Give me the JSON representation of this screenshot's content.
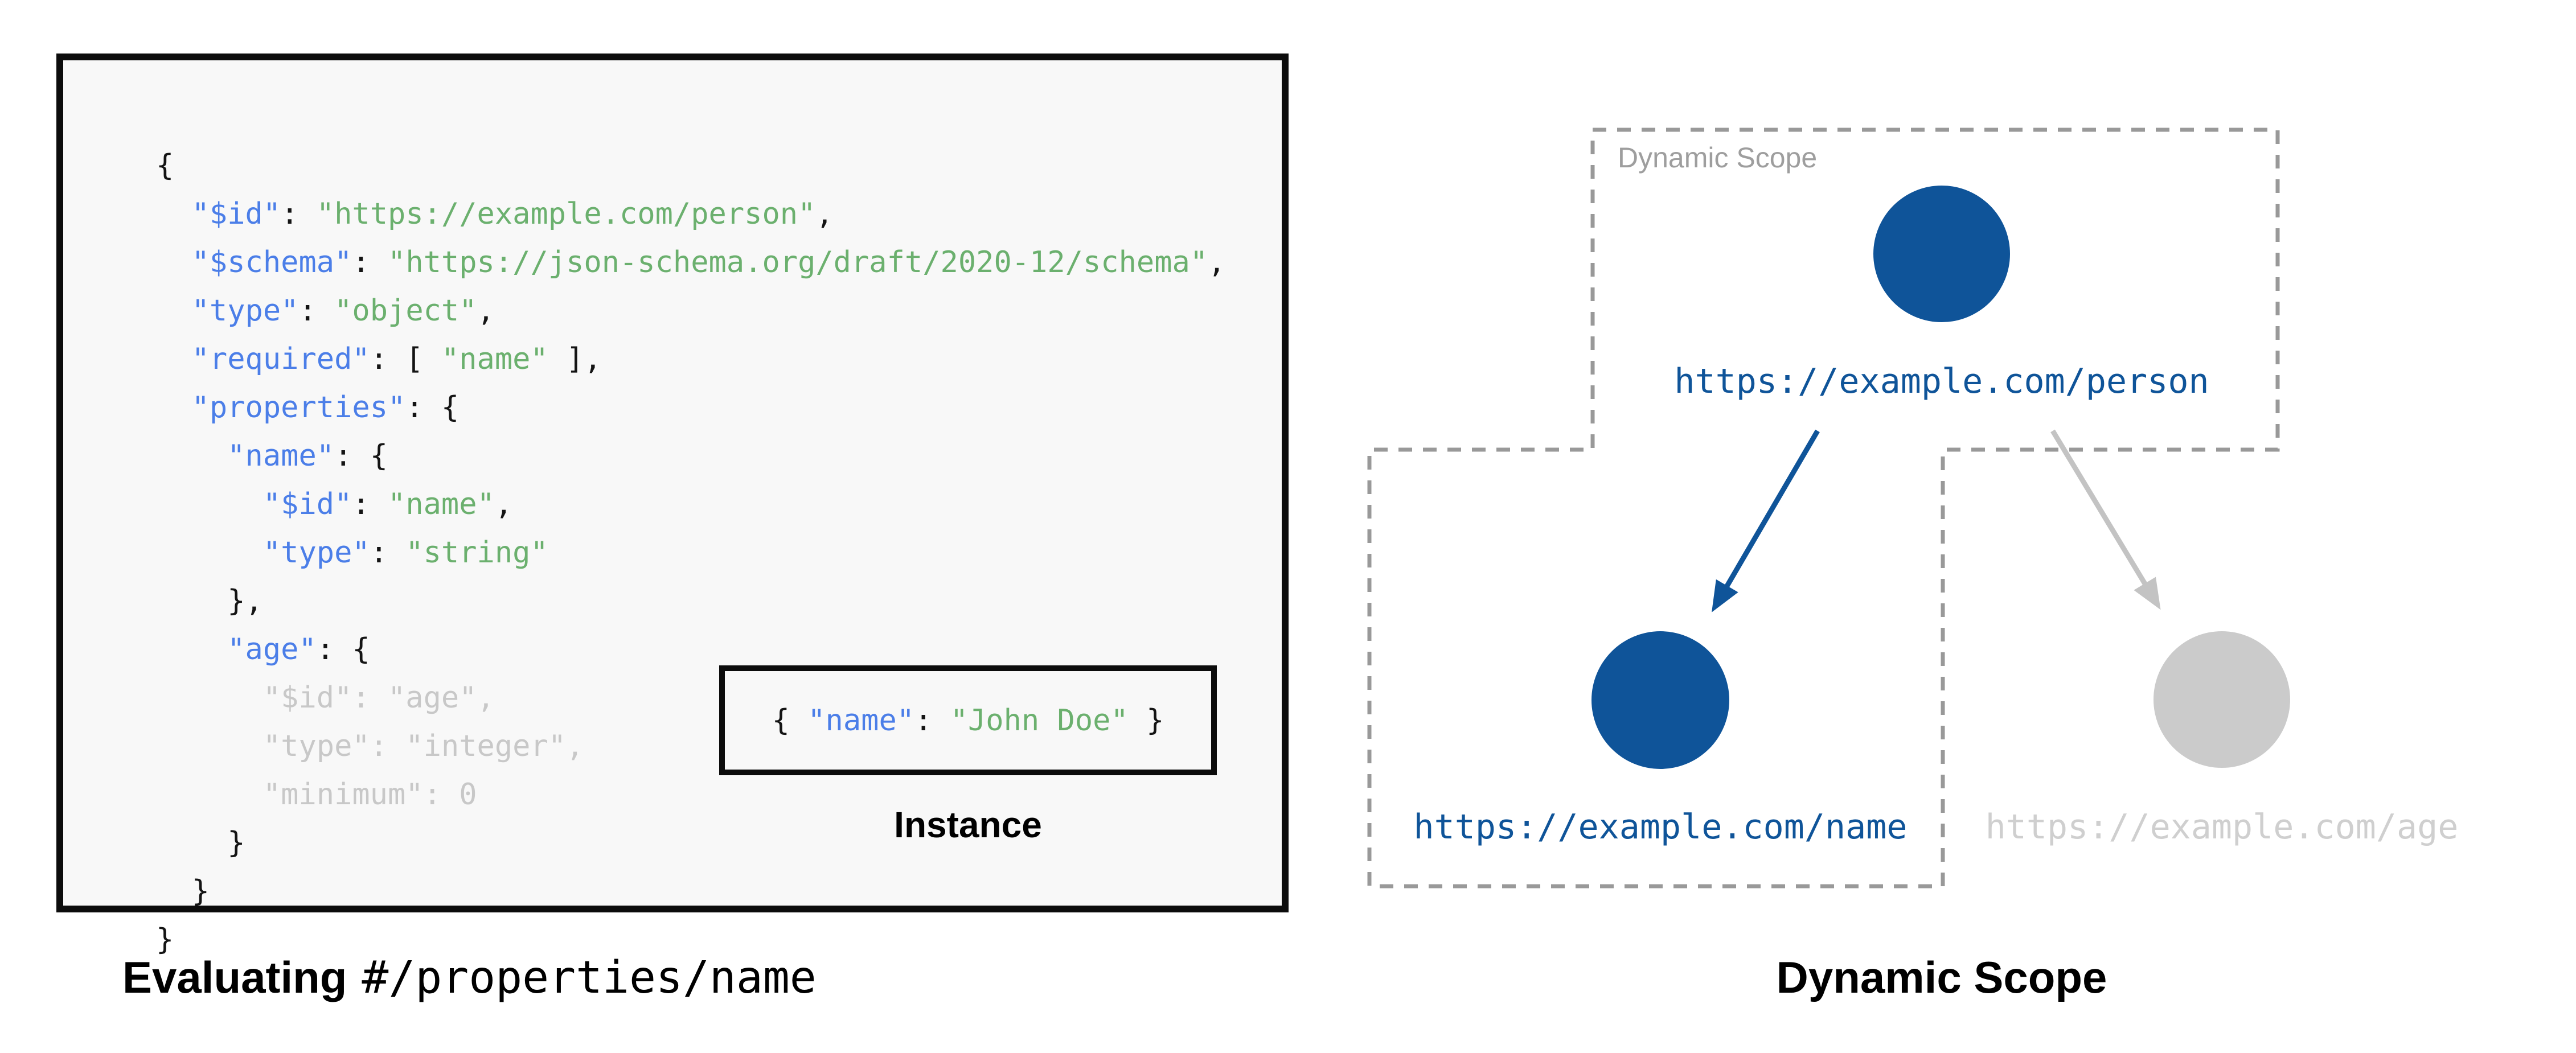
{
  "colors": {
    "page_bg": "#ffffff",
    "panel_bg": "#f8f8f8",
    "panel_border": "#0c0c0c",
    "code_key": "#4b7ee8",
    "code_string": "#6bb06e",
    "code_punct": "#141414",
    "code_dim": "#c8c8c8",
    "scope_border": "#999999",
    "scope_label": "#9e9e9e",
    "node_active": "#0f5499",
    "node_inactive": "#cbcbcb",
    "url_active": "#0f5499",
    "url_inactive": "#cfcfcf",
    "arrow_active": "#0f5499",
    "arrow_inactive": "#c3c3c3",
    "caption_text": "#000000"
  },
  "schema_panel": {
    "code_lines": [
      [
        [
          "p",
          "{"
        ]
      ],
      [
        [
          "p",
          "  "
        ],
        [
          "k",
          "\"$id\""
        ],
        [
          "p",
          ": "
        ],
        [
          "s",
          "\"https://example.com/person\""
        ],
        [
          "p",
          ","
        ]
      ],
      [
        [
          "p",
          "  "
        ],
        [
          "k",
          "\"$schema\""
        ],
        [
          "p",
          ": "
        ],
        [
          "s",
          "\"https://json-schema.org/draft/2020-12/schema\""
        ],
        [
          "p",
          ","
        ]
      ],
      [
        [
          "p",
          "  "
        ],
        [
          "k",
          "\"type\""
        ],
        [
          "p",
          ": "
        ],
        [
          "s",
          "\"object\""
        ],
        [
          "p",
          ","
        ]
      ],
      [
        [
          "p",
          "  "
        ],
        [
          "k",
          "\"required\""
        ],
        [
          "p",
          ": [ "
        ],
        [
          "s",
          "\"name\""
        ],
        [
          "p",
          " ],"
        ]
      ],
      [
        [
          "p",
          "  "
        ],
        [
          "k",
          "\"properties\""
        ],
        [
          "p",
          ": {"
        ]
      ],
      [
        [
          "p",
          "    "
        ],
        [
          "k",
          "\"name\""
        ],
        [
          "p",
          ": {"
        ]
      ],
      [
        [
          "p",
          "      "
        ],
        [
          "k",
          "\"$id\""
        ],
        [
          "p",
          ": "
        ],
        [
          "s",
          "\"name\""
        ],
        [
          "p",
          ","
        ]
      ],
      [
        [
          "p",
          "      "
        ],
        [
          "k",
          "\"type\""
        ],
        [
          "p",
          ": "
        ],
        [
          "s",
          "\"string\""
        ]
      ],
      [
        [
          "p",
          "    },"
        ]
      ],
      [
        [
          "p",
          "    "
        ],
        [
          "k",
          "\"age\""
        ],
        [
          "p",
          ": {"
        ]
      ],
      [
        [
          "d",
          "      \"$id\": \"age\","
        ]
      ],
      [
        [
          "d",
          "      \"type\": \"integer\","
        ]
      ],
      [
        [
          "d",
          "      \"minimum\": 0"
        ]
      ],
      [
        [
          "p",
          "    }"
        ]
      ],
      [
        [
          "p",
          "  }"
        ]
      ],
      [
        [
          "p",
          "}"
        ]
      ]
    ],
    "instance_box": {
      "segments": [
        [
          "p",
          "{ "
        ],
        [
          "k",
          "\"name\""
        ],
        [
          "p",
          ": "
        ],
        [
          "s",
          "\"John Doe\""
        ],
        [
          "p",
          " }"
        ]
      ],
      "label": "Instance"
    },
    "caption": {
      "bold": "Evaluating",
      "mono": "#/properties/name"
    }
  },
  "diagram": {
    "scope_label": "Dynamic Scope",
    "caption": "Dynamic Scope",
    "nodes": {
      "person": {
        "url": "https://example.com/person"
      },
      "name": {
        "url": "https://example.com/name"
      },
      "age": {
        "url": "https://example.com/age"
      }
    }
  }
}
